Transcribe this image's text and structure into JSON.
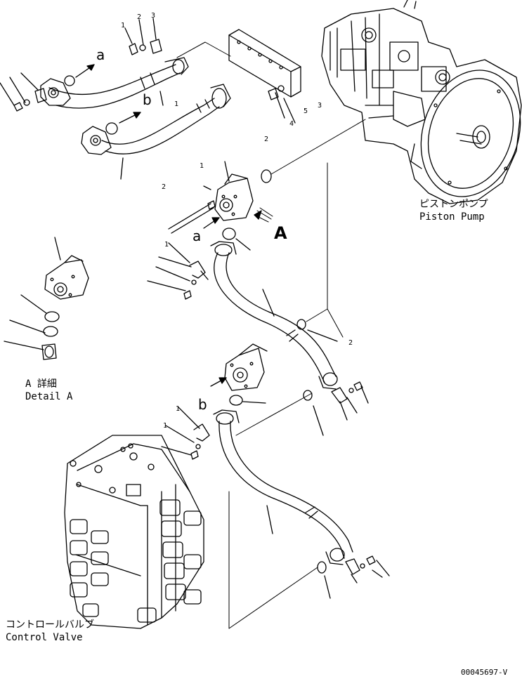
{
  "labels": {
    "piston_pump_jp": "ピストンポンプ",
    "piston_pump_en": "Piston Pump",
    "control_valve_jp": "コントロールバルブ",
    "control_valve_en": "Control Valve",
    "detail_jp": "A 詳細",
    "detail_en": "Detail A",
    "view_a": "A",
    "ref_a": "a",
    "ref_b": "b",
    "drawing_code": "00045697-V"
  },
  "callouts": {
    "c1": "1",
    "c2": "2",
    "c3": "3",
    "c4": "4",
    "c5": "5"
  }
}
